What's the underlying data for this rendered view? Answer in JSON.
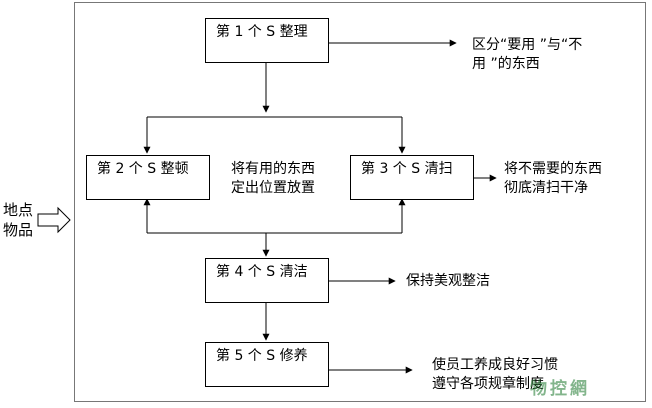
{
  "input_label": [
    "地点",
    "物品"
  ],
  "steps": [
    {
      "label": "第 1 个 S 整理"
    },
    {
      "label": "第 2 个 S 整顿"
    },
    {
      "label": "第 3 个 S 清扫"
    },
    {
      "label": "第 4 个 S 清洁"
    },
    {
      "label": "第 5 个 S 修养"
    }
  ],
  "notes": {
    "step1": [
      "区分“要用 ”与“不",
      "用 ”的东西"
    ],
    "step2": [
      "将有用的东西",
      "定出位置放置"
    ],
    "step3": [
      "将不需要的东西",
      "彻底清扫干净"
    ],
    "step4": [
      "保持美观整洁"
    ],
    "step5": [
      "使员工养成良好习惯",
      "遵守各项规章制度"
    ]
  },
  "watermark": "物控網"
}
